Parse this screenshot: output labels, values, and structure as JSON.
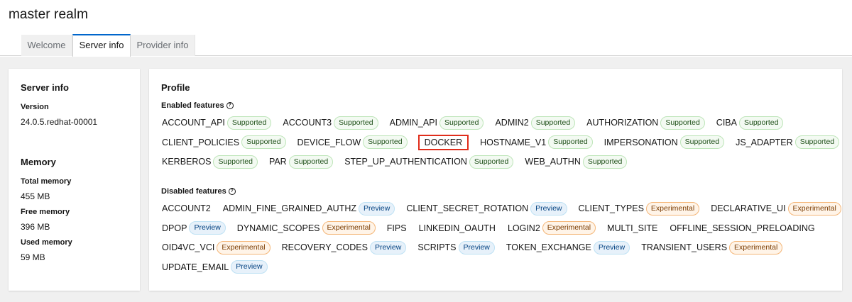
{
  "page": {
    "title": "master realm"
  },
  "tabs": [
    {
      "label": "Welcome",
      "active": false
    },
    {
      "label": "Server info",
      "active": true
    },
    {
      "label": "Provider info",
      "active": false
    }
  ],
  "server_info": {
    "title": "Server info",
    "version_label": "Version",
    "version_value": "24.0.5.redhat-00001",
    "memory_title": "Memory",
    "total_label": "Total memory",
    "total_value": "455 MB",
    "free_label": "Free memory",
    "free_value": "396 MB",
    "used_label": "Used memory",
    "used_value": "59 MB"
  },
  "profile": {
    "title": "Profile",
    "enabled_label": "Enabled features",
    "disabled_label": "Disabled features",
    "help_icon": "question-circle-icon",
    "badge_colors": {
      "supported": "#3e8635",
      "preview": "#0066cc",
      "experimental": "#c46100",
      "highlight": "#e02d1b"
    },
    "enabled_rows": [
      [
        {
          "name": "ACCOUNT_API",
          "badge": "Supported"
        },
        {
          "name": "ACCOUNT3",
          "badge": "Supported"
        },
        {
          "name": "ADMIN_API",
          "badge": "Supported"
        },
        {
          "name": "ADMIN2",
          "badge": "Supported"
        },
        {
          "name": "AUTHORIZATION",
          "badge": "Supported"
        },
        {
          "name": "CIBA",
          "badge": "Supported"
        }
      ],
      [
        {
          "name": "CLIENT_POLICIES",
          "badge": "Supported"
        },
        {
          "name": "DEVICE_FLOW",
          "badge": "Supported"
        },
        {
          "name": "DOCKER",
          "badge": "",
          "highlighted": true
        },
        {
          "name": "HOSTNAME_V1",
          "badge": "Supported"
        },
        {
          "name": "IMPERSONATION",
          "badge": "Supported"
        },
        {
          "name": "JS_ADAPTER",
          "badge": "Supported"
        }
      ],
      [
        {
          "name": "KERBEROS",
          "badge": "Supported"
        },
        {
          "name": "PAR",
          "badge": "Supported"
        },
        {
          "name": "STEP_UP_AUTHENTICATION",
          "badge": "Supported"
        },
        {
          "name": "WEB_AUTHN",
          "badge": "Supported"
        }
      ]
    ],
    "disabled_rows": [
      [
        {
          "name": "ACCOUNT2",
          "badge": ""
        },
        {
          "name": "ADMIN_FINE_GRAINED_AUTHZ",
          "badge": "Preview"
        },
        {
          "name": "CLIENT_SECRET_ROTATION",
          "badge": "Preview"
        },
        {
          "name": "CLIENT_TYPES",
          "badge": "Experimental"
        },
        {
          "name": "DECLARATIVE_UI",
          "badge": "Experimental"
        }
      ],
      [
        {
          "name": "DPOP",
          "badge": "Preview"
        },
        {
          "name": "DYNAMIC_SCOPES",
          "badge": "Experimental"
        },
        {
          "name": "FIPS",
          "badge": ""
        },
        {
          "name": "LINKEDIN_OAUTH",
          "badge": ""
        },
        {
          "name": "LOGIN2",
          "badge": "Experimental"
        },
        {
          "name": "MULTI_SITE",
          "badge": ""
        },
        {
          "name": "OFFLINE_SESSION_PRELOADING",
          "badge": ""
        }
      ],
      [
        {
          "name": "OID4VC_VCI",
          "badge": "Experimental"
        },
        {
          "name": "RECOVERY_CODES",
          "badge": "Preview"
        },
        {
          "name": "SCRIPTS",
          "badge": "Preview"
        },
        {
          "name": "TOKEN_EXCHANGE",
          "badge": "Preview"
        },
        {
          "name": "TRANSIENT_USERS",
          "badge": "Experimental"
        }
      ],
      [
        {
          "name": "UPDATE_EMAIL",
          "badge": "Preview"
        }
      ]
    ]
  }
}
